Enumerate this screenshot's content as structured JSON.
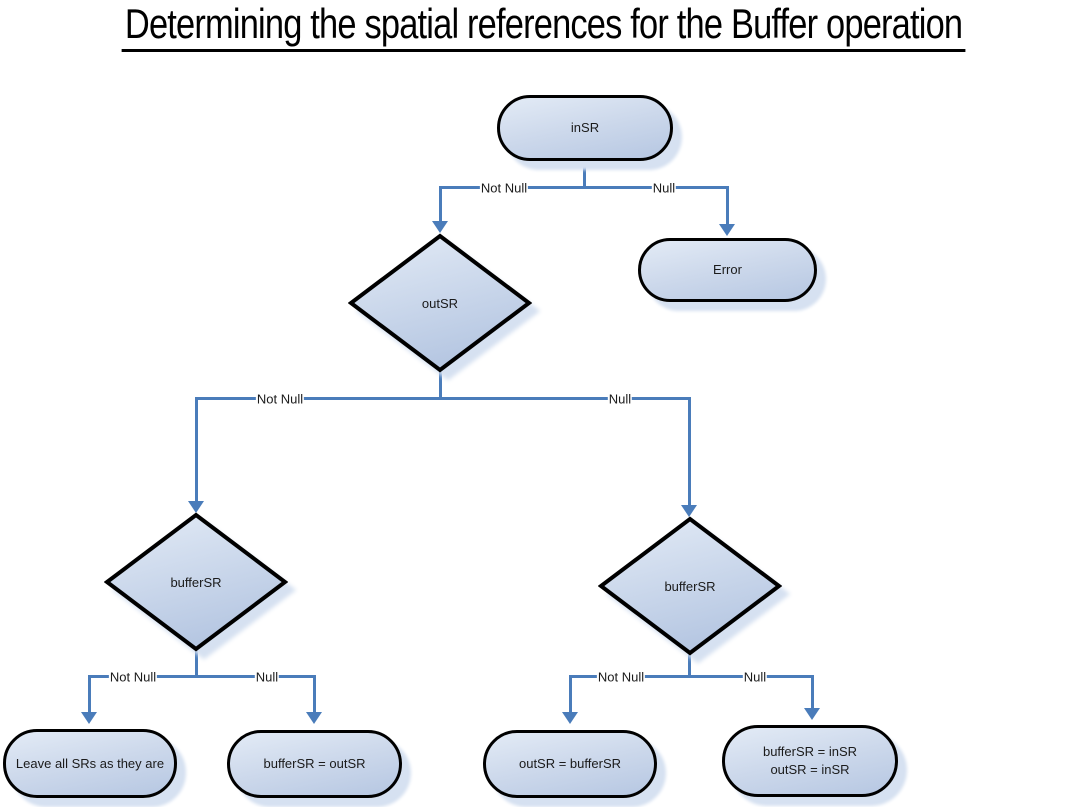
{
  "title": "Determining the spatial references for the Buffer operation",
  "colors": {
    "connector": "#4a7cba",
    "node_border": "#000000",
    "node_fill_top": "#e3ebf6",
    "node_fill_bottom": "#b6c7e2",
    "node_shadow": "#d6e1f1",
    "text": "#1b1b1b",
    "background": "#ffffff"
  },
  "nodes": {
    "insr": {
      "label": "inSR",
      "shape": "terminator"
    },
    "error": {
      "label": "Error",
      "shape": "terminator"
    },
    "outsr": {
      "label": "outSR",
      "shape": "decision"
    },
    "buffersr_left": {
      "label": "bufferSR",
      "shape": "decision"
    },
    "buffersr_right": {
      "label": "bufferSR",
      "shape": "decision"
    },
    "leave_all": {
      "label": "Leave all SRs as they are",
      "shape": "terminator"
    },
    "buffersr_eq_outsr": {
      "label": "bufferSR = outSR",
      "shape": "terminator"
    },
    "outsr_eq_buffersr": {
      "label": "outSR = bufferSR",
      "shape": "terminator"
    },
    "buffersr_insr": {
      "lines": [
        "bufferSR = inSR",
        "outSR = inSR"
      ],
      "shape": "terminator"
    }
  },
  "edges": {
    "insr_not_null": {
      "label": "Not Null",
      "from": "inSR",
      "to": "outSR"
    },
    "insr_null": {
      "label": "Null",
      "from": "inSR",
      "to": "Error"
    },
    "outsr_not_null": {
      "label": "Not Null",
      "from": "outSR",
      "to": "bufferSR (left)"
    },
    "outsr_null": {
      "label": "Null",
      "from": "outSR",
      "to": "bufferSR (right)"
    },
    "buffersr_left_not_null": {
      "label": "Not Null",
      "from": "bufferSR (left)",
      "to": "Leave all SRs as they are"
    },
    "buffersr_left_null": {
      "label": "Null",
      "from": "bufferSR (left)",
      "to": "bufferSR = outSR"
    },
    "buffersr_right_not_null": {
      "label": "Not Null",
      "from": "bufferSR (right)",
      "to": "outSR = bufferSR"
    },
    "buffersr_right_null": {
      "label": "Null",
      "from": "bufferSR (right)",
      "to": "bufferSR = inSR / outSR = inSR"
    }
  }
}
